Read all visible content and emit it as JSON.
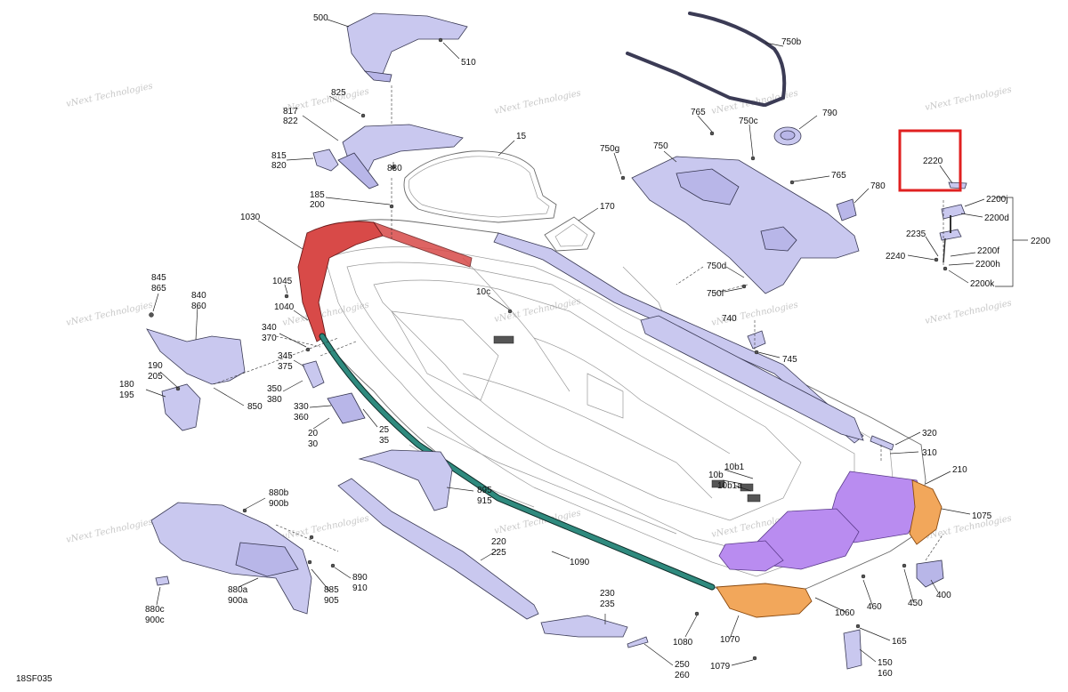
{
  "diagram": {
    "code": "18SF035",
    "watermark": "vNext Technologies",
    "highlight_color": "#e02020",
    "highlighted_part": "2220"
  },
  "labels": {
    "p500": "500",
    "p510": "510",
    "p825": "825",
    "p817": "817",
    "p822": "822",
    "p815": "815",
    "p820": "820",
    "p830": "830",
    "p185": "185",
    "p200": "200",
    "p15": "15",
    "p170": "170",
    "p1030": "1030",
    "p1045": "1045",
    "p1040": "1040",
    "p845": "845",
    "p865": "865",
    "p840": "840",
    "p860": "860",
    "p340": "340",
    "p370": "370",
    "p345": "345",
    "p375": "375",
    "p350": "350",
    "p380": "380",
    "p330": "330",
    "p360": "360",
    "p20": "20",
    "p30": "30",
    "p25": "25",
    "p35": "35",
    "p190": "190",
    "p205": "205",
    "p180": "180",
    "p195": "195",
    "p850": "850",
    "p10c": "10c",
    "p750b": "750b",
    "p765a": "765",
    "p750c": "750c",
    "p790": "790",
    "p750g": "750g",
    "p750": "750",
    "p765b": "765",
    "p780": "780",
    "p750d": "750d",
    "p750f": "750f",
    "p740": "740",
    "p745": "745",
    "p2220": "2220",
    "p2200j": "2200j",
    "p2200d": "2200d",
    "p2235": "2235",
    "p2240": "2240",
    "p2200f": "2200f",
    "p2200h": "2200h",
    "p2200k": "2200k",
    "p2200": "2200",
    "p320": "320",
    "p310": "310",
    "p210": "210",
    "p1075": "1075",
    "p10b1": "10b1",
    "p10b": "10b",
    "p10b1a": "10b1a",
    "p880b": "880b",
    "p900b": "900b",
    "p895": "895",
    "p915": "915",
    "p220": "220",
    "p225": "225",
    "p1090": "1090",
    "p890": "890",
    "p910": "910",
    "p885": "885",
    "p905": "905",
    "p880a": "880a",
    "p900a": "900a",
    "p880c": "880c",
    "p900c": "900c",
    "p230": "230",
    "p235": "235",
    "p250": "250",
    "p260": "260",
    "p1080": "1080",
    "p1070": "1070",
    "p1079": "1079",
    "p1060": "1060",
    "p460": "460",
    "p450": "450",
    "p400": "400",
    "p165": "165",
    "p150": "150",
    "p160": "160"
  }
}
